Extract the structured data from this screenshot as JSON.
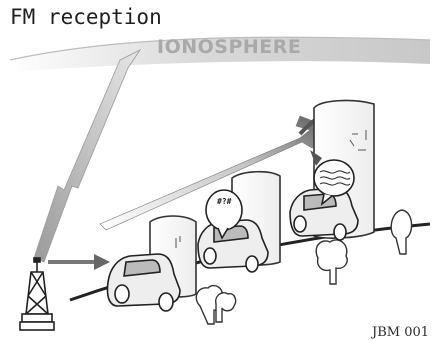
{
  "diagram": {
    "title": "FM reception",
    "ionosphere_label": "IONOSPHERE",
    "code": "JBM 001",
    "interference_symbols": "#?#"
  }
}
